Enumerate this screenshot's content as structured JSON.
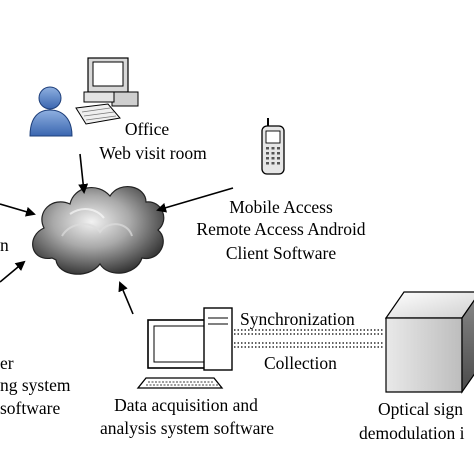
{
  "labels": {
    "office_line1": "Office",
    "office_line2": "Web visit room",
    "mobile_line1": "Mobile Access",
    "mobile_line2": "Remote Access Android",
    "mobile_line3": "Client Software",
    "daq_line1": "Data acquisition and",
    "daq_line2": "analysis system software",
    "sync": "Synchronization",
    "collection": "Collection",
    "optical_line1": "Optical sign",
    "optical_line2": "demodulation i",
    "left_partial_line1": "n",
    "left_partial_line2": "er",
    "left_partial_line3": "ng system",
    "left_partial_line4": "software"
  },
  "icons": {
    "cloud": "cloud-icon",
    "office": "office-computer-user-icon",
    "mobile": "mobile-phone-icon",
    "daq": "desktop-computer-icon",
    "optical": "demodulator-box-icon"
  }
}
